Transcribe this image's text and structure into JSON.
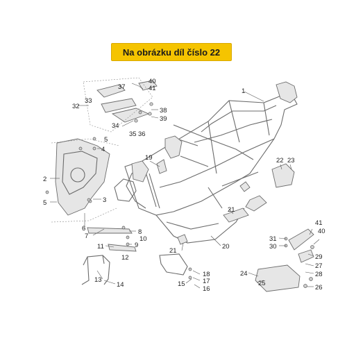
{
  "banner": {
    "text": "Na obrázku díl číslo 22",
    "color": "#f5c400"
  },
  "callouts": {
    "c1": "1",
    "c2": "2",
    "c3": "3",
    "c4": "4",
    "c5a": "5",
    "c5b": "5",
    "c6": "6",
    "c7": "7",
    "c8": "8",
    "c9": "9",
    "c10": "10",
    "c11": "11",
    "c12": "12",
    "c13": "13",
    "c14": "14",
    "c15": "15",
    "c16": "16",
    "c17": "17",
    "c18": "18",
    "c19": "19",
    "c20": "20",
    "c21a": "21",
    "c21b": "21",
    "c22": "22",
    "c23": "23",
    "c24": "24",
    "c25": "25",
    "c26": "26",
    "c27": "27",
    "c28": "28",
    "c29": "29",
    "c30": "30",
    "c31": "31",
    "c32": "32",
    "c33": "33",
    "c34": "34",
    "c35": "35",
    "c36": "36",
    "c37": "37",
    "c38": "38",
    "c39": "39",
    "c40a": "40",
    "c40b": "40",
    "c41a": "41",
    "c41b": "41"
  }
}
